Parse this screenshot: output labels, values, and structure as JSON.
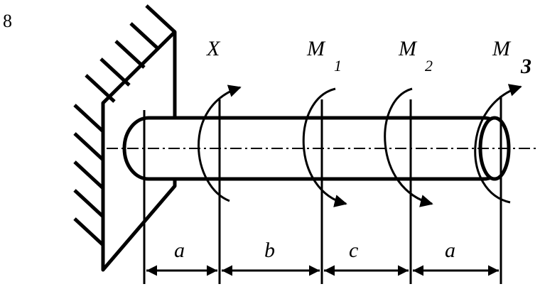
{
  "figure_number": "8",
  "moments": {
    "x_label": "X",
    "m1": {
      "symbol": "M",
      "index": "1"
    },
    "m2": {
      "symbol": "M",
      "index": "2"
    },
    "m3": {
      "symbol": "M",
      "index": "3"
    }
  },
  "dimensions": {
    "seg1": "a",
    "seg2": "b",
    "seg3": "c",
    "seg4": "a"
  },
  "colors": {
    "ink": "#000000",
    "background": "#ffffff"
  }
}
